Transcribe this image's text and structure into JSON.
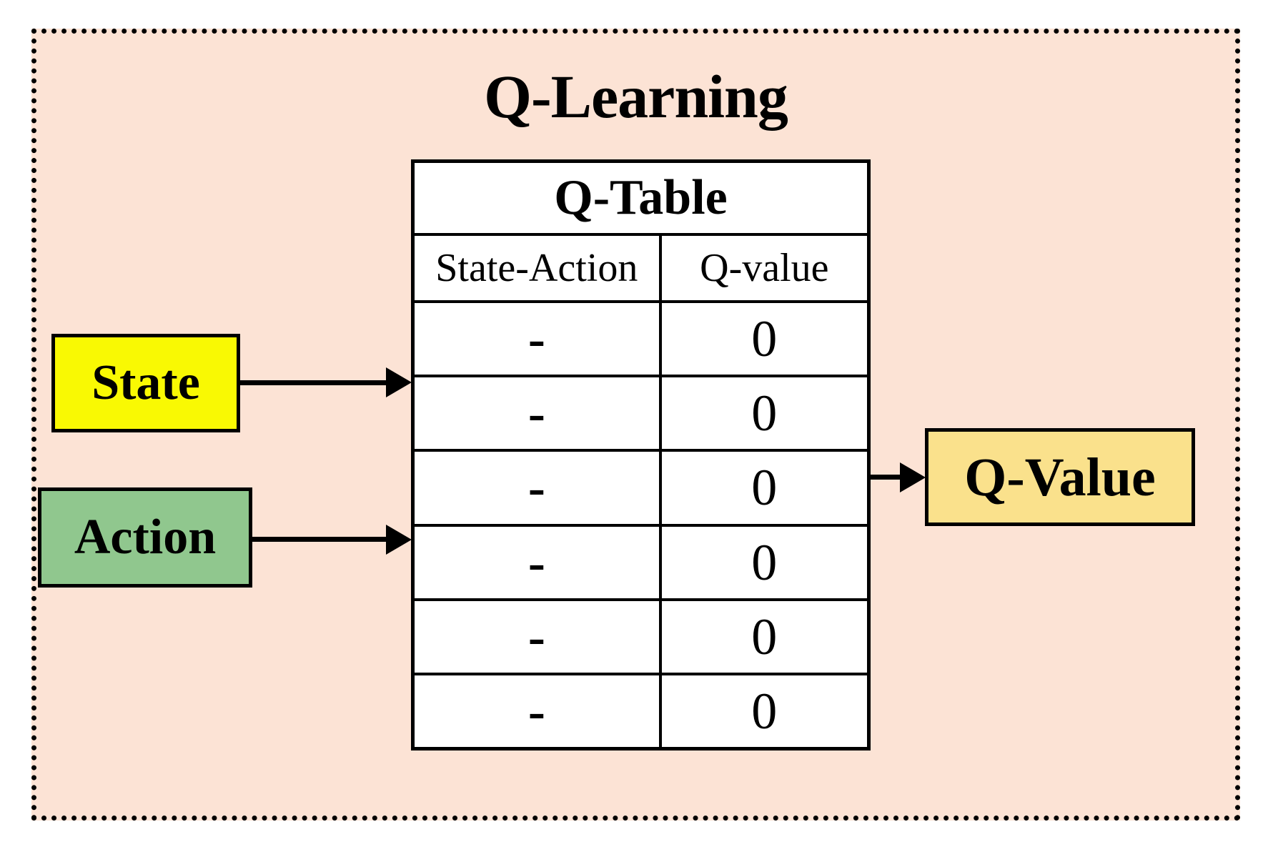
{
  "diagram": {
    "title": "Q-Learning",
    "colors": {
      "background_fill": "#FCE3D5",
      "state_box_fill": "#F9F903",
      "action_box_fill": "#90C78E",
      "qvalue_box_fill": "#FAE18C",
      "table_fill": "#FFFFFF",
      "line_color": "#000000"
    },
    "boxes": {
      "state": {
        "label": "State"
      },
      "action": {
        "label": "Action"
      },
      "qvalue": {
        "label": "Q-Value"
      }
    },
    "table": {
      "title": "Q-Table",
      "columns": [
        "State-Action",
        "Q-value"
      ],
      "rows": [
        [
          "-",
          "0"
        ],
        [
          "-",
          "0"
        ],
        [
          "-",
          "0"
        ],
        [
          "-",
          "0"
        ],
        [
          "-",
          "0"
        ],
        [
          "-",
          "0"
        ]
      ]
    }
  }
}
